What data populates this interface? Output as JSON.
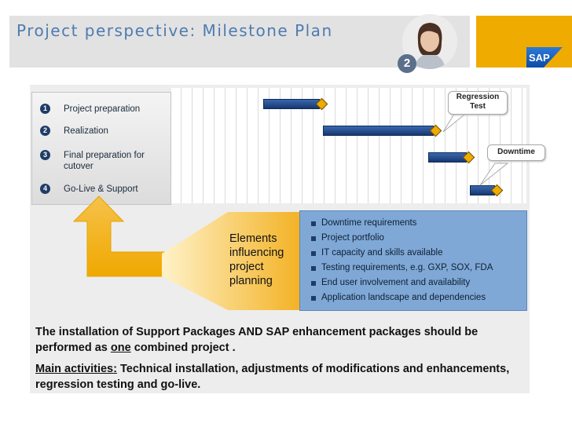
{
  "header": {
    "title": "Project perspective: Milestone Plan",
    "badge": "2",
    "logo_text": "SAP"
  },
  "phases": [
    {
      "num": "1",
      "label": "Project preparation"
    },
    {
      "num": "2",
      "label": "Realization"
    },
    {
      "num": "3",
      "label": "Final preparation for cutover"
    },
    {
      "num": "4",
      "label": "Go-Live & Support"
    }
  ],
  "callouts": {
    "regression": "Regression Test",
    "downtime": "Downtime"
  },
  "elements_label": "Elements influencing project planning",
  "requirements": [
    "Downtime requirements",
    "Project portfolio",
    "IT capacity and skills available",
    "Testing requirements, e.g. GXP, SOX, FDA",
    "End user involvement and availability",
    "Application landscape and dependencies"
  ],
  "summary": {
    "p1_a": "The installation of Support Packages AND SAP enhancement packages should be performed as ",
    "p1_u": "one",
    "p1_b": " combined project .",
    "p2_label": "Main activities:",
    "p2_text": " Technical installation, adjustments of modifications and enhancements, regression testing and go-live."
  },
  "colors": {
    "title": "#4e7bb0",
    "sap_orange": "#f0ab00",
    "bar_blue": "#1f4a8a",
    "requirements_bg": "#7fa8d6"
  }
}
